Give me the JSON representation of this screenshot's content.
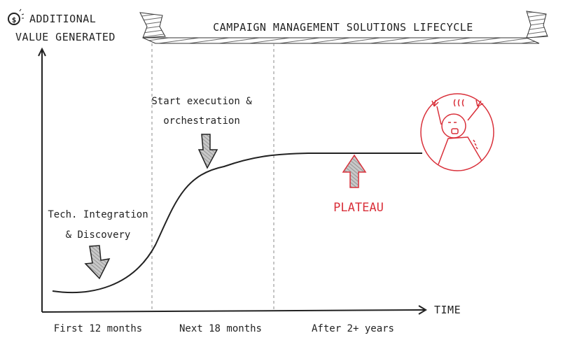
{
  "title": "CAMPAIGN MANAGEMENT SOLUTIONS LIFECYCLE",
  "y_axis": {
    "label_line1": "ADDITIONAL",
    "label_line2": "VALUE GENERATED",
    "icon": "dollar-coin-icon"
  },
  "x_axis": {
    "label": "TIME"
  },
  "phases": [
    {
      "label": "First 12 months",
      "annotation_line1": "Tech. Integration",
      "annotation_line2": "& Discovery"
    },
    {
      "label": "Next 18 months",
      "annotation_line1": "Start execution &",
      "annotation_line2": "orchestration"
    },
    {
      "label": "After 2+ years",
      "annotation_line1": "PLATEAU"
    }
  ],
  "colors": {
    "ink": "#222222",
    "accent": "#d9303a",
    "arrow_fill": "#bbbbbb"
  }
}
